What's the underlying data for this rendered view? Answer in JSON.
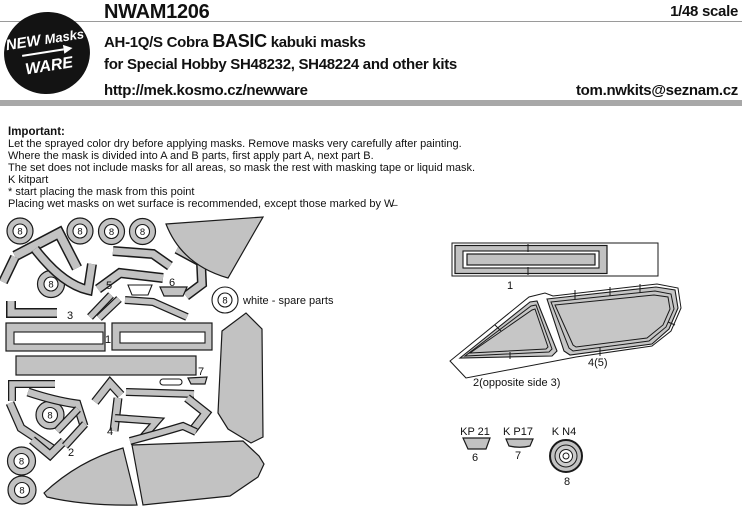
{
  "header": {
    "logo": {
      "word1": "NEW",
      "word2": "Masks",
      "word3": "WARE"
    },
    "product_code": "NWAM1206",
    "scale": "1/48 scale",
    "title_prefix": "AH-1Q/S Cobra ",
    "title_emphasis": "BASIC",
    "title_suffix": " kabuki masks",
    "subtitle": "for Special Hobby SH48232, SH48224 and other kits",
    "website": "http://mek.kosmo.cz/newware",
    "email": "tom.nwkits@seznam.cz"
  },
  "instructions": {
    "heading": "Important:",
    "lines": [
      "Let the sprayed color dry before applying masks. Remove masks very carefully after painting.",
      "Where the mask is divided into A and B parts, first apply part A, next part B.",
      "The set does not include masks for all areas, so mask the rest with masking tape or liquid mask.",
      "K kitpart",
      "*  start placing the mask from this point",
      "Placing wet masks on wet surface is recommended, except those marked by W̶"
    ]
  },
  "sheet": {
    "spare_note": "white - spare parts",
    "labels": {
      "l1": "1",
      "l2": "2",
      "l3": "3",
      "l4": "4",
      "l5": "5",
      "l6": "6",
      "l7": "7",
      "l8": "8"
    }
  },
  "diagrams": {
    "tail_label": "1",
    "canopy_left": "2(opposite side 3)",
    "canopy_right": "4(5)",
    "parts": [
      {
        "ref": "KP 21",
        "num": "6"
      },
      {
        "ref": "K P17",
        "num": "7"
      },
      {
        "ref": "K N4",
        "num": "8"
      }
    ]
  },
  "colors": {
    "mask": "#c2c2c2",
    "outline": "#1a1a1a",
    "bar": "#a8a8a8"
  }
}
